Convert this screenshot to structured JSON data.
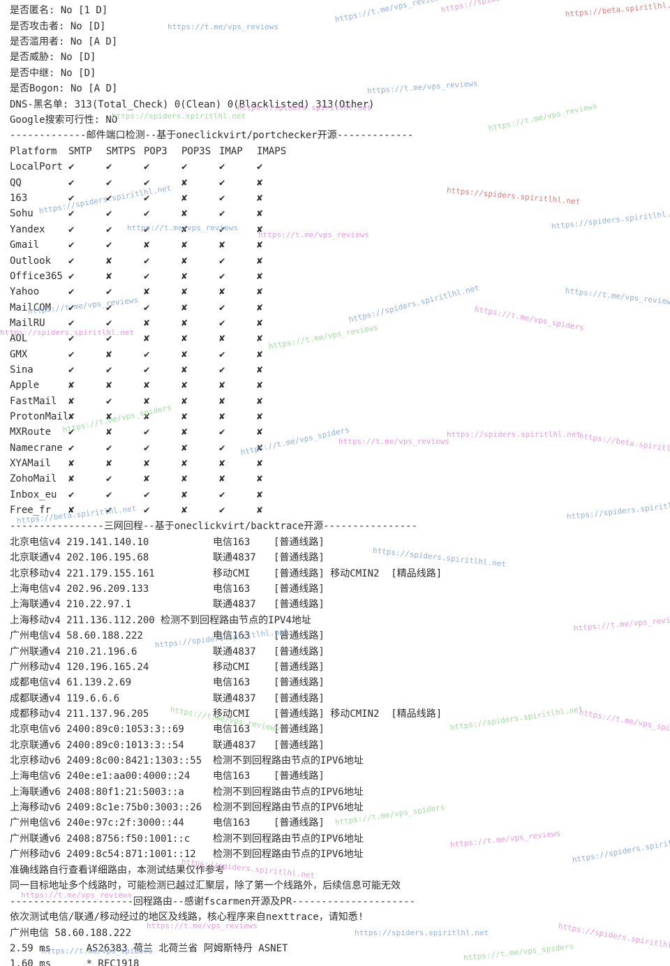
{
  "colors": {
    "text": "#2b2b2b",
    "background": "#ffffff",
    "watermark_blue": "#8fb0de",
    "watermark_pink": "#e79adf",
    "watermark_green": "#9fdc9f",
    "watermark_red": "#e07a7a"
  },
  "ip_info": [
    "是否匿名: No [1 D]",
    "是否攻击者: No [D]",
    "是否滥用者: No [A D]",
    "是否威胁: No [D]",
    "是否中继: No [D]",
    "是否Bogon: No [A D]",
    "DNS-黑名单: 313(Total_Check) 0(Clean) 0(Blacklisted) 313(Other)",
    "Google搜索可行性: NO"
  ],
  "mail_section": {
    "heading": "-------------邮件端口检测--基于oneclickvirt/portchecker开源-------------",
    "columns": [
      "Platform",
      "SMTP",
      "SMTPS",
      "POP3",
      "POP3S",
      "IMAP",
      "IMAPS"
    ],
    "rows": [
      [
        "LocalPort",
        "✔",
        "✔",
        "✔",
        "✔",
        "✔",
        "✔"
      ],
      [
        "QQ",
        "✔",
        "✔",
        "✔",
        "✘",
        "✔",
        "✘"
      ],
      [
        "163",
        "✔",
        "✔",
        "✔",
        "✘",
        "✔",
        "✘"
      ],
      [
        "Sohu",
        "✔",
        "✔",
        "✔",
        "✘",
        "✔",
        "✘"
      ],
      [
        "Yandex",
        "✔",
        "✔",
        "✔",
        "✘",
        "✔",
        "✘"
      ],
      [
        "Gmail",
        "✔",
        "✔",
        "✘",
        "✘",
        "✘",
        "✘"
      ],
      [
        "Outlook",
        "✔",
        "✘",
        "✔",
        "✘",
        "✔",
        "✘"
      ],
      [
        "Office365",
        "✔",
        "✘",
        "✔",
        "✘",
        "✔",
        "✘"
      ],
      [
        "Yahoo",
        "✔",
        "✔",
        "✘",
        "✘",
        "✘",
        "✘"
      ],
      [
        "MailCOM",
        "✔",
        "✔",
        "✔",
        "✘",
        "✔",
        "✘"
      ],
      [
        "MailRU",
        "✔",
        "✔",
        "✘",
        "✘",
        "✔",
        "✘"
      ],
      [
        "AOL",
        "✔",
        "✔",
        "✘",
        "✘",
        "✘",
        "✘"
      ],
      [
        "GMX",
        "✔",
        "✘",
        "✔",
        "✘",
        "✔",
        "✘"
      ],
      [
        "Sina",
        "✔",
        "✔",
        "✔",
        "✘",
        "✔",
        "✘"
      ],
      [
        "Apple",
        "✘",
        "✘",
        "✘",
        "✘",
        "✘",
        "✘"
      ],
      [
        "FastMail",
        "✘",
        "✔",
        "✘",
        "✘",
        "✘",
        "✘"
      ],
      [
        "ProtonMail",
        "✘",
        "✘",
        "✘",
        "✘",
        "✘",
        "✘"
      ],
      [
        "MXRoute",
        "✔",
        "✘",
        "✔",
        "✘",
        "✔",
        "✘"
      ],
      [
        "Namecrane",
        "✔",
        "✔",
        "✔",
        "✘",
        "✔",
        "✘"
      ],
      [
        "XYAMail",
        "✘",
        "✘",
        "✘",
        "✘",
        "✘",
        "✘"
      ],
      [
        "ZohoMail",
        "✘",
        "✔",
        "✘",
        "✘",
        "✘",
        "✘"
      ],
      [
        "Inbox_eu",
        "✔",
        "✔",
        "✔",
        "✘",
        "✔",
        "✘"
      ],
      [
        "Free_fr",
        "✘",
        "✔",
        "✔",
        "✘",
        "✔",
        "✘"
      ]
    ]
  },
  "backtrace_section": {
    "heading": "----------------三网回程--基于oneclickvirt/backtrace开源----------------",
    "rows": [
      [
        "北京电信v4 219.141.140.10",
        "电信163    [普通线路]"
      ],
      [
        "北京联通v4 202.106.195.68",
        "联通4837   [普通线路]"
      ],
      [
        "北京移动v4 221.179.155.161",
        "移动CMI    [普通线路] 移动CMIN2  [精品线路]"
      ],
      [
        "上海电信v4 202.96.209.133",
        "电信163    [普通线路]"
      ],
      [
        "上海联通v4 210.22.97.1",
        "联通4837   [普通线路]"
      ],
      [
        "上海移动v4 211.136.112.200 检测不到回程路由节点的IPV4地址",
        ""
      ],
      [
        "广州电信v4 58.60.188.222",
        "电信163    [普通线路]"
      ],
      [
        "广州联通v4 210.21.196.6",
        "联通4837   [普通线路]"
      ],
      [
        "广州移动v4 120.196.165.24",
        "移动CMI    [普通线路]"
      ],
      [
        "成都电信v4 61.139.2.69",
        "电信163    [普通线路]"
      ],
      [
        "成都联通v4 119.6.6.6",
        "联通4837   [普通线路]"
      ],
      [
        "成都移动v4 211.137.96.205",
        "移动CMI    [普通线路] 移动CMIN2  [精品线路]"
      ],
      [
        "北京电信v6 2400:89c0:1053:3::69",
        "电信163    [普通线路]"
      ],
      [
        "北京联通v6 2400:89c0:1013:3::54",
        "联通4837   [普通线路]"
      ],
      [
        "北京移动v6 2409:8c00:8421:1303::55",
        "检测不到回程路由节点的IPV6地址"
      ],
      [
        "上海电信v6 240e:e1:aa00:4000::24",
        "电信163    [普通线路]"
      ],
      [
        "上海联通v6 2408:80f1:21:5003::a",
        "检测不到回程路由节点的IPV6地址"
      ],
      [
        "上海移动v6 2409:8c1e:75b0:3003::26",
        "检测不到回程路由节点的IPV6地址"
      ],
      [
        "广州电信v6 240e:97c:2f:3000::44",
        "电信163    [普通线路]"
      ],
      [
        "广州联通v6 2408:8756:f50:1001::c",
        "检测不到回程路由节点的IPV6地址"
      ],
      [
        "广州移动v6 2409:8c54:871:1001::12",
        "检测不到回程路由节点的IPV6地址"
      ]
    ],
    "notes": [
      "准确线路自行查看详细路由，本测试结果仅作参考",
      "同一目标地址多个线路时，可能检测已越过汇聚层，除了第一个线路外，后续信息可能无效"
    ]
  },
  "route_section": {
    "heading": "---------------------回程路由--感谢fscarmen开源及PR---------------------",
    "lines": [
      "依次测试电信/联通/移动经过的地区及线路，核心程序来自nexttrace，请知悉!",
      "广州电信 58.60.188.222",
      "2.59 ms      AS26383 荷兰 北荷兰省 阿姆斯特丹 ASNET",
      "1.60 ms      * RFC1918"
    ]
  },
  "watermarks": [
    "https://t.me/vps_reviews",
    "https://spiders.spiritlhl.net",
    "https://beta.spiritlhl.net",
    "https://t.me/vps_spiders"
  ]
}
